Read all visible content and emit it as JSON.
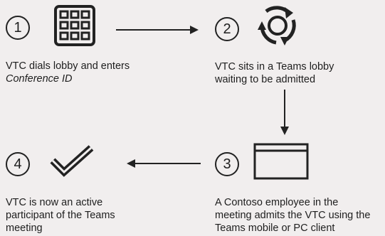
{
  "steps": [
    {
      "number": "1",
      "icon": "keypad-icon",
      "caption_line1": "VTC dials lobby and enters",
      "caption_line2": "Conference ID"
    },
    {
      "number": "2",
      "icon": "sync-icon",
      "caption_line1": "VTC sits in a Teams lobby",
      "caption_line2": "waiting to be admitted"
    },
    {
      "number": "3",
      "icon": "window-icon",
      "caption_line1": "A Contoso employee in the",
      "caption_line2": "meeting admits the VTC using the",
      "caption_line3": "Teams mobile or PC client"
    },
    {
      "number": "4",
      "icon": "checkmark-icon",
      "caption_line1": "VTC is now an active",
      "caption_line2": "participant of the Teams",
      "caption_line3": "meeting"
    }
  ],
  "colors": {
    "background": "#f1eeee",
    "ink": "#1e1e1e"
  }
}
